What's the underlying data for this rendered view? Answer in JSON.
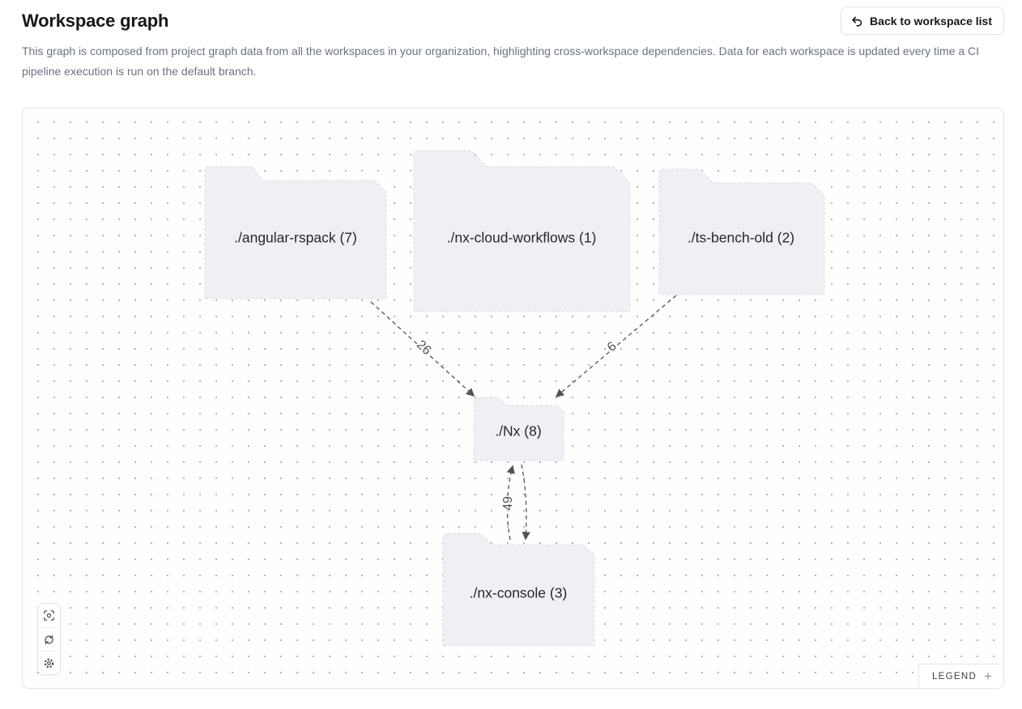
{
  "header": {
    "title": "Workspace graph",
    "description": "This graph is composed from project graph data from all the workspaces in your organization, highlighting cross-workspace dependencies. Data for each workspace is updated every time a CI pipeline execution is run on the default branch.",
    "back_button_label": "Back to workspace list"
  },
  "graph": {
    "nodes": [
      {
        "id": "angular-rspack",
        "label": "./angular-rspack (7)"
      },
      {
        "id": "nx-cloud-workflows",
        "label": "./nx-cloud-workflows (1)"
      },
      {
        "id": "ts-bench-old",
        "label": "./ts-bench-old (2)"
      },
      {
        "id": "nx",
        "label": "./Nx (8)"
      },
      {
        "id": "nx-console",
        "label": "./nx-console (3)"
      }
    ],
    "edges": [
      {
        "from": "angular-rspack",
        "to": "nx",
        "label": "26"
      },
      {
        "from": "ts-bench-old",
        "to": "nx",
        "label": "6"
      },
      {
        "from": "nx-console",
        "to": "nx",
        "label": "49"
      },
      {
        "from": "nx",
        "to": "nx-console",
        "label": ""
      }
    ]
  },
  "canvas_toolbar": {
    "buttons": [
      {
        "name": "fit-view"
      },
      {
        "name": "refresh"
      },
      {
        "name": "settings"
      }
    ]
  },
  "legend": {
    "label": "LEGEND",
    "toggle": "+"
  },
  "colors": {
    "node_fill": "#f1eff4",
    "node_border": "#dcd9e3",
    "edge": "#52525b",
    "canvas_border": "#e4e4e7",
    "dot_grid": "#b6b3bc",
    "text_primary": "#18181b",
    "text_secondary": "#6b7280"
  }
}
